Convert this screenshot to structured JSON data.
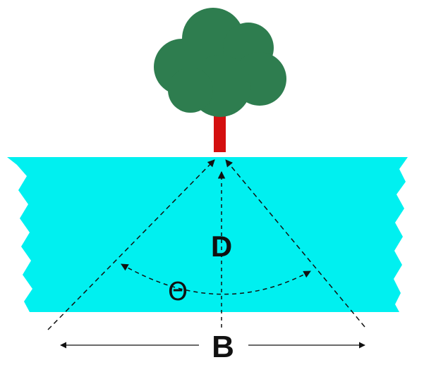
{
  "labels": {
    "distance": "D",
    "angle": "Θ",
    "baseline": "B"
  },
  "colors": {
    "river": "#00f0f0",
    "tree_canopy": "#2e7d4f",
    "tree_trunk": "#d40f0f",
    "lines": "#111111"
  },
  "elements": {
    "tree": "tree-icon",
    "river": "river-band"
  }
}
